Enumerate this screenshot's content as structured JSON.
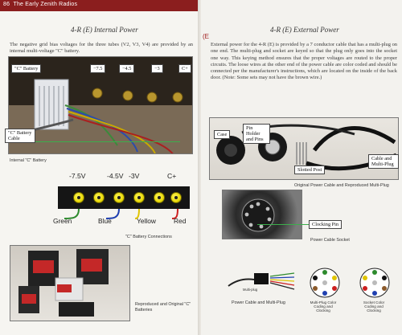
{
  "header": {
    "page_number": "86",
    "book_title": "The Early Zenith Radios"
  },
  "left": {
    "section_title": "4-R (E) Internal Power",
    "body": "The negative grid bias voltages for the three tubes (V2, V3, V4) are provided by an internal multi-voltage \"C\" battery.",
    "photo_labels": {
      "c_battery": "\"C\" Battery",
      "v75": "−7.5",
      "v45": "−4.5",
      "v3": "−3",
      "cplus": "C+",
      "battery_cable": "\"C\" Battery Cable"
    },
    "caption_internal": "Internal \"C\" Battery",
    "connections": {
      "labels": [
        "-7.5V",
        "-4.5V",
        "-3V",
        "C+"
      ],
      "wires": [
        "Green",
        "Blue",
        "Yellow",
        "Red"
      ],
      "wire_colors": [
        "#2e8b2e",
        "#2040b0",
        "#e0c400",
        "#cc1f1f"
      ],
      "caption": "\"C\" Battery Connections"
    },
    "caption_batteries": "Reproduced and Original \"C\" Batteries"
  },
  "right": {
    "marker": "(E",
    "section_title": "4-R (E) External Power",
    "body": "External power for the 4-R (E) is provided by a 7 conductor cable that has a multi-plug on one end. The multi-plug and socket are keyed so that the plug only goes into the socket one way. This keying method ensures that the proper voltages are routed to the proper circuits. The loose wires at the other end of the power cable are color coded and should be connected per the manufacturer's instructions, which are located on the inside of the back door. (Note: Some sets may not have the brown wire.)",
    "photo_labels": {
      "case": "Case",
      "pin_holder": "Pin Holder and Pins",
      "slotted_post": "Slotted Post",
      "cable_multiplug": "Cable and Multi-Plug",
      "clocking_pin": "Clocking Pin"
    },
    "caption_cable": "Original Power Cable and Reproduced Multi-Plug",
    "caption_socket": "Power Cable Socket",
    "diagram": {
      "caption_main": "Power Cable and Multi-Plug",
      "caption_plug": "Multi-Plug Color Coding and Clocking",
      "caption_socket": "Socket Color Coding and Clocking",
      "multiplug": "Multi-plug"
    }
  }
}
